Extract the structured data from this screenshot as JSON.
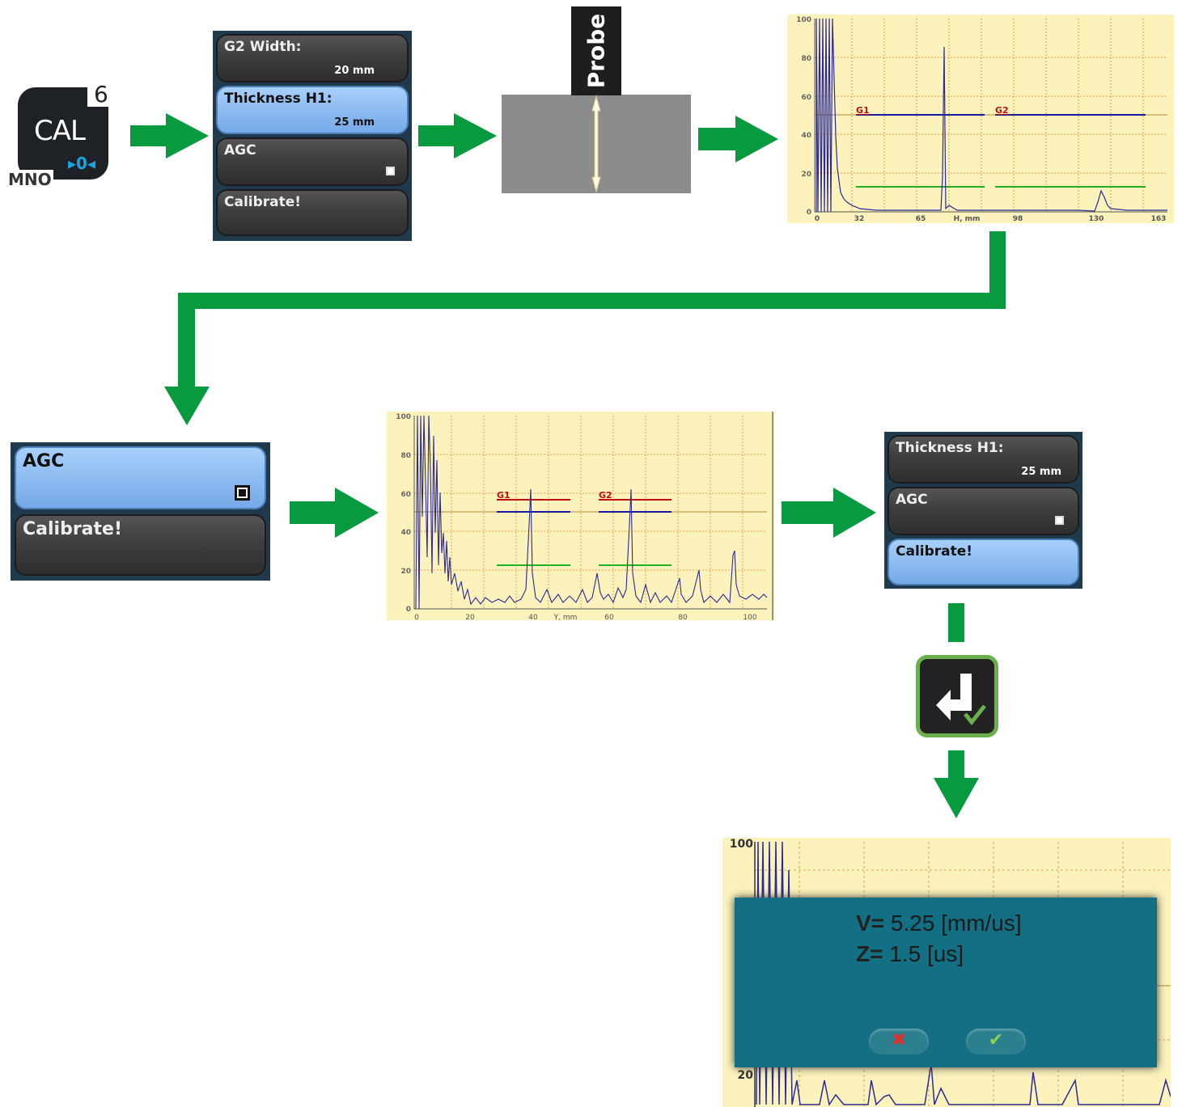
{
  "cal_key": {
    "label": "CAL",
    "zero": "0",
    "number": "6",
    "letters": "MNO"
  },
  "menu1": [
    {
      "title": "G2 Width:",
      "value": "20 mm"
    },
    {
      "title": "Thickness H1:",
      "value": "25 mm"
    },
    {
      "title": "AGC"
    },
    {
      "title": "Calibrate!"
    }
  ],
  "probe_label": "Probe",
  "chart1": {
    "y_ticks": [
      "100",
      "80",
      "60",
      "40",
      "20",
      "0"
    ],
    "x_ticks": [
      "0",
      "32",
      "65",
      "H, mm",
      "98",
      "130",
      "163"
    ],
    "gates": [
      "G1",
      "G2"
    ]
  },
  "menu2": [
    {
      "title": "AGC"
    },
    {
      "title": "Calibrate!"
    }
  ],
  "chart2": {
    "y_ticks": [
      "100",
      "80",
      "60",
      "40",
      "20",
      "0"
    ],
    "x_ticks": [
      "0",
      "20",
      "40",
      "Y, mm",
      "60",
      "80",
      "100"
    ],
    "gates": [
      "G1",
      "G2"
    ]
  },
  "menu3": [
    {
      "title": "Thickness H1:",
      "value": "25 mm"
    },
    {
      "title": "AGC"
    },
    {
      "title": "Calibrate!"
    }
  ],
  "result_chart": {
    "y_ticks": [
      "100",
      "20"
    ]
  },
  "dialog": {
    "v_label": "V=",
    "v_value": "5.25 [mm/us]",
    "z_label": "Z=",
    "z_value": "1.5 [us]",
    "cancel": "✖",
    "ok": "✔"
  },
  "colors": {
    "arrow": "#079a3f",
    "chart_bg": "#fbf2bc",
    "gate_blue": "#1a1aa0",
    "gate_green": "#22b022",
    "gate_red": "#c01010",
    "signal": "#2a2a9a",
    "panel": "#1f3a4c",
    "selected": "#8dbcf1",
    "dialog": "#126f84"
  }
}
